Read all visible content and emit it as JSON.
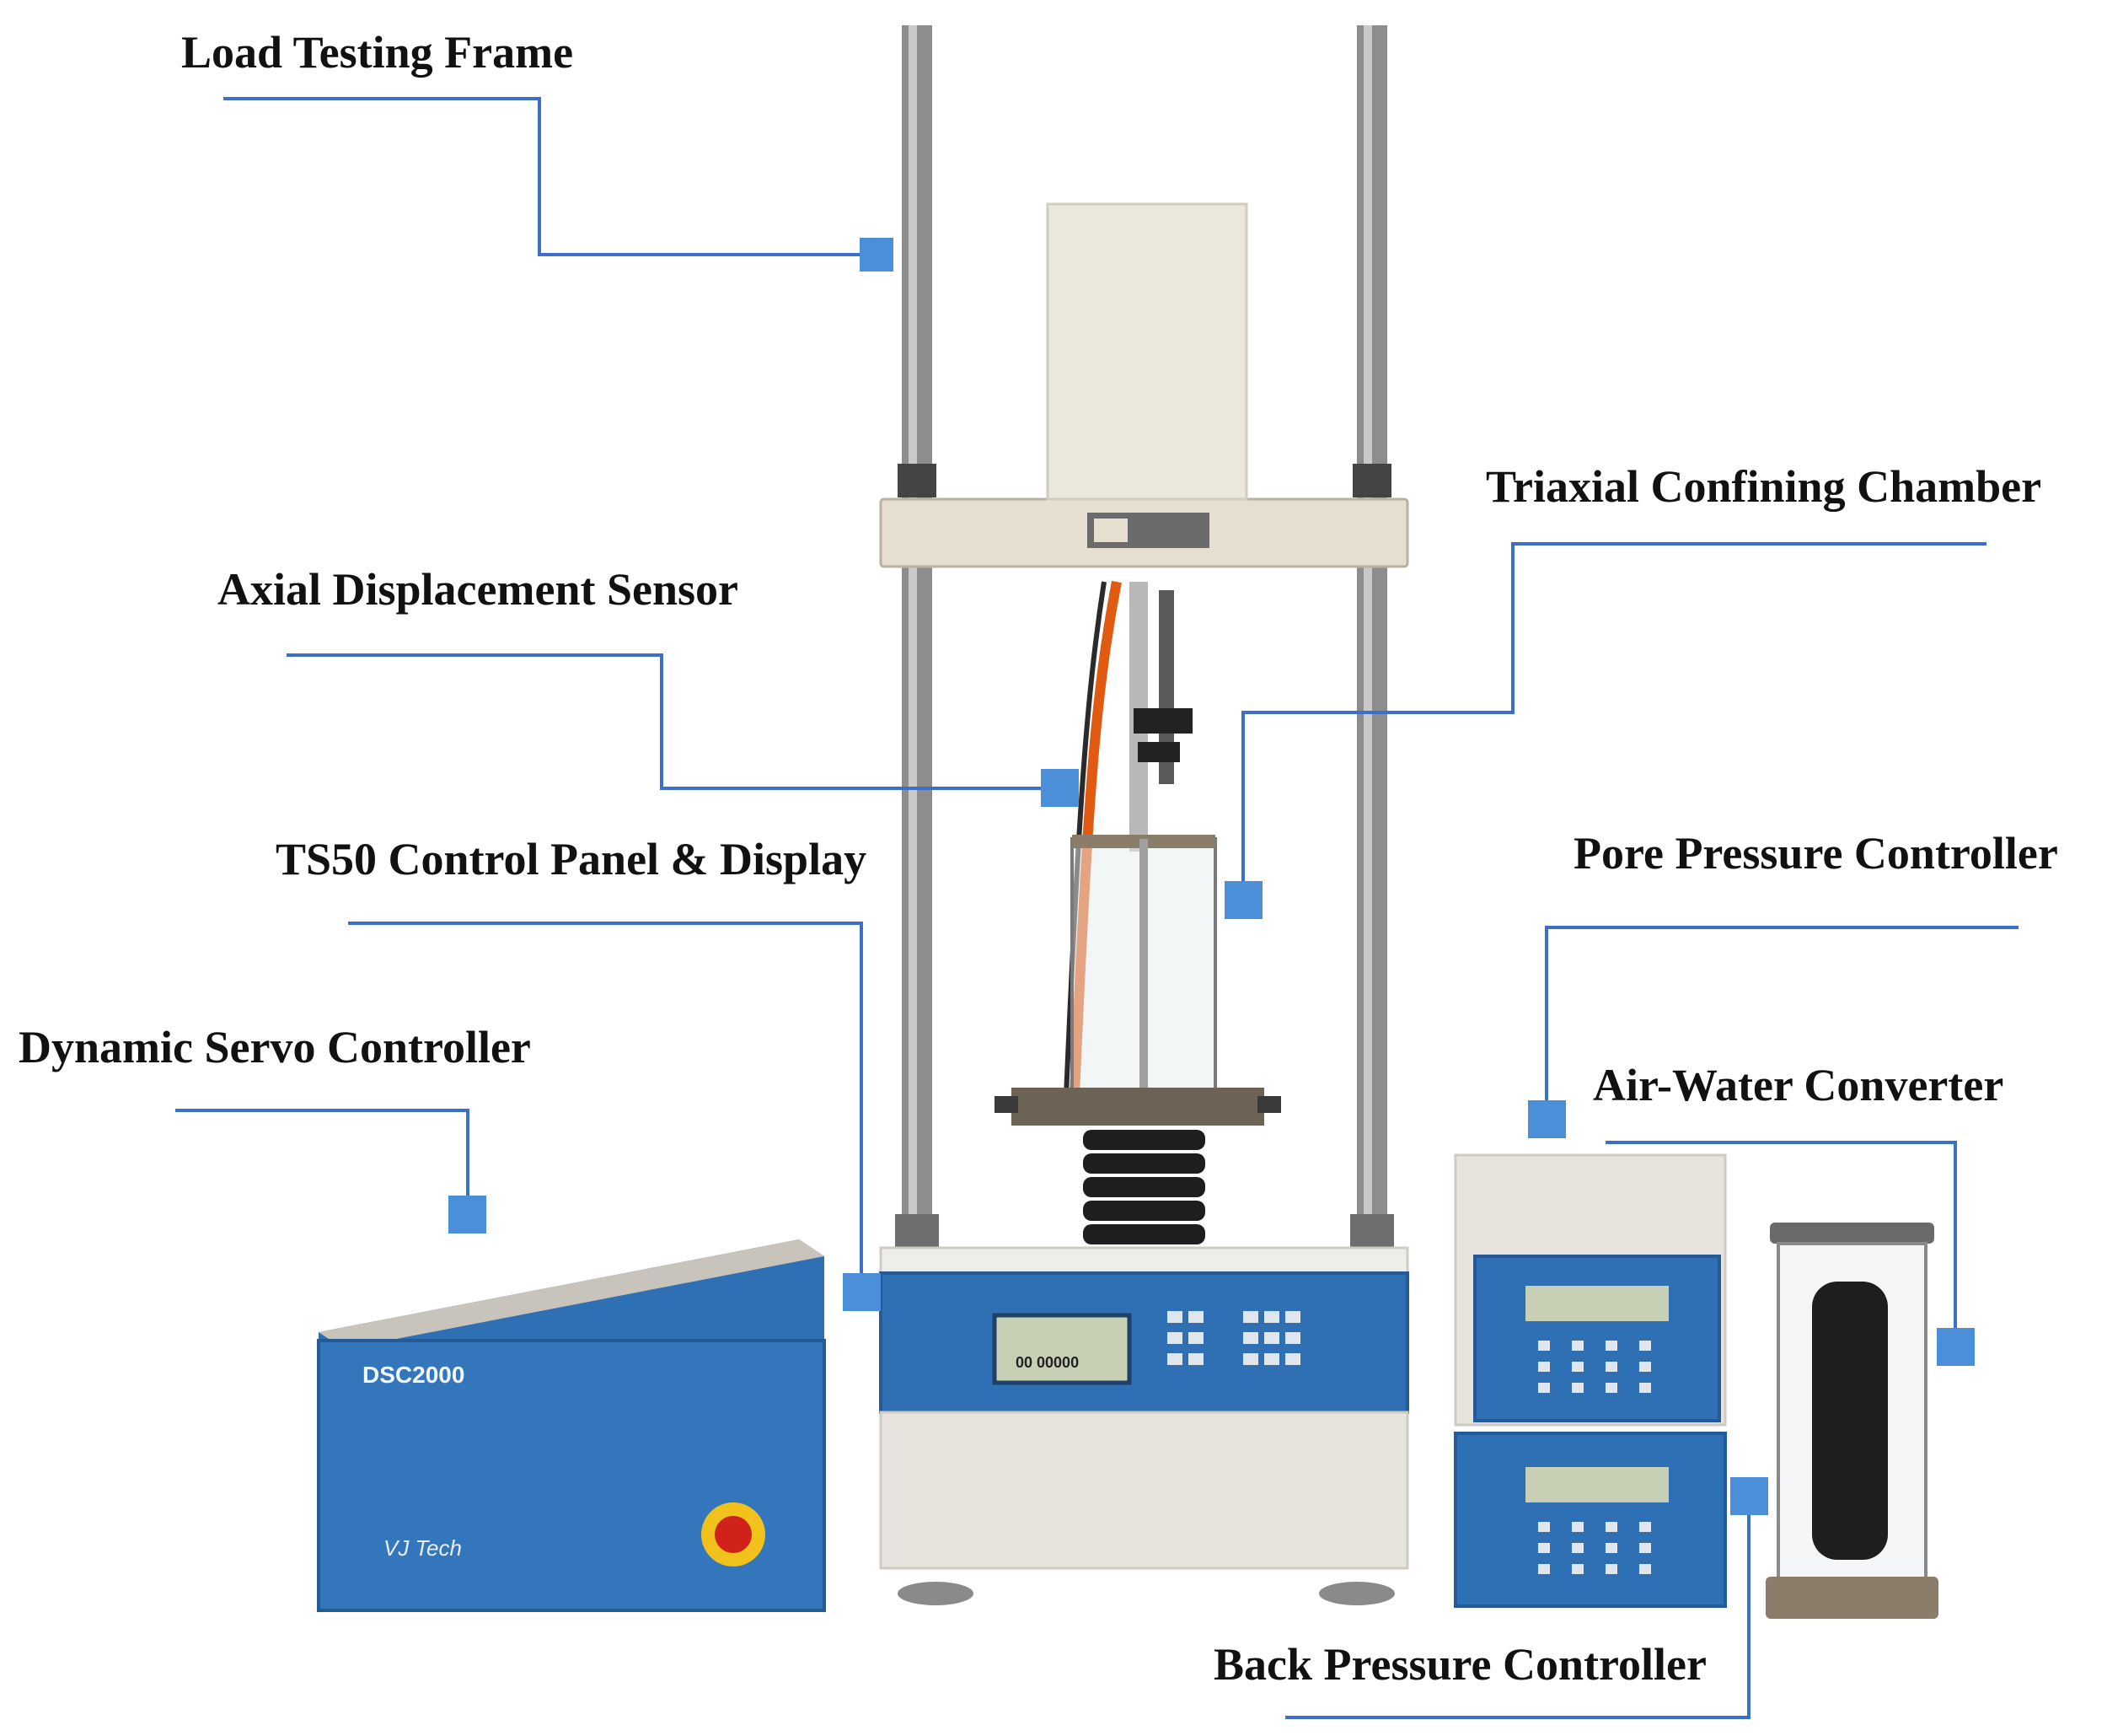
{
  "colors": {
    "leader": "#3c6fc9",
    "marker": "#4a8fd8",
    "panel_blue": "#2f6fb3",
    "panel_blue_dark": "#245a95",
    "frame_cream": "#e8e2d4",
    "steel": "#9a9a9a",
    "chamber_black": "#1e1e1e",
    "emergency_red": "#d0211a",
    "emergency_yellow": "#f1c21b"
  },
  "labels": {
    "load_testing_frame": "Load Testing Frame",
    "axial_displacement_sensor": "Axial Displacement Sensor",
    "ts50_control_panel": "TS50 Control Panel & Display",
    "dynamic_servo_controller": "Dynamic Servo Controller",
    "triaxial_confining_chamber": "Triaxial Confining Chamber",
    "pore_pressure_controller": "Pore Pressure Controller",
    "air_water_converter": "Air-Water Converter",
    "back_pressure_controller": "Back Pressure Controller"
  },
  "device_text": {
    "dsc_model": "DSC2000",
    "dsc_brand": "VJ Tech",
    "ts50_display_value": "00 00000"
  }
}
